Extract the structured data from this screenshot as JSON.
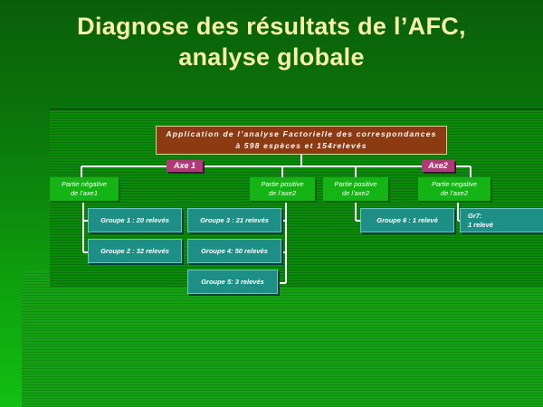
{
  "title": {
    "line1": "Diagnose des résultats de l’AFC,",
    "line2": "analyse globale"
  },
  "diagram": {
    "root": {
      "line1": "Application de l’analyse Factorielle des correspondances",
      "line2": "à 598 espèces et 154relevés"
    },
    "axes": [
      "Axe 1",
      "Axe2"
    ],
    "parties": [
      {
        "line1": "Partie négative",
        "line2": "de l’axe1"
      },
      {
        "line1": "Partie positive",
        "line2": "de l’axe2"
      },
      {
        "line1": "Partie positive",
        "line2": "de l’axe2"
      },
      {
        "line1": "Partie negative",
        "line2": "de l’axe2"
      }
    ],
    "groups": [
      "Groupe 1 : 20 relevés",
      "Groupe 2 : 32 relevés",
      "Groupe 3 : 21  relevés",
      "Groupe 4: 50  relevés",
      "Groupe 5: 3  relevés",
      "Groupe 6 : 1 relevé",
      {
        "line1": "Gr7:",
        "line2": "1 relevé"
      }
    ]
  },
  "colors": {
    "title": "#f7f0a8",
    "root_box": "#8b3a12",
    "axis_box": "#b03a78",
    "partie_box": "#13b413",
    "group_box": "#1d8f86",
    "connector": "#ffffff"
  }
}
